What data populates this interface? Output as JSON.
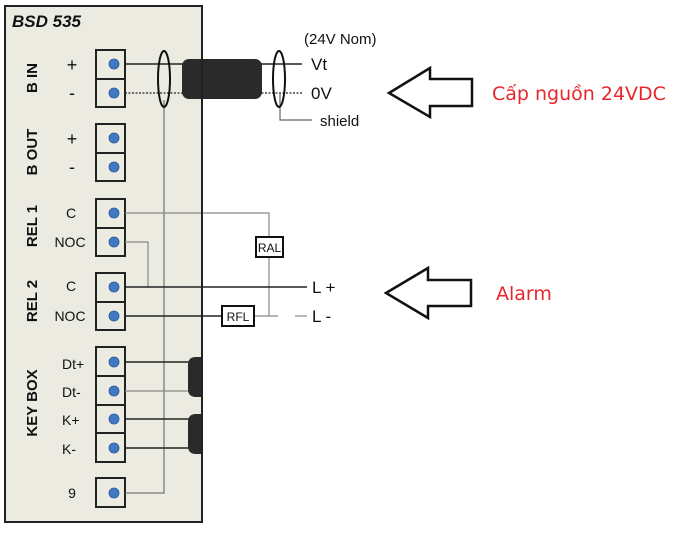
{
  "device": {
    "title": "BSD 535",
    "panel_color": "#ecebe2",
    "terminal_dot_color": "#3f78c3"
  },
  "groups": [
    {
      "name": "B IN",
      "terminals": [
        "+",
        "-"
      ]
    },
    {
      "name": "B OUT",
      "terminals": [
        "+",
        "-"
      ]
    },
    {
      "name": "REL 1",
      "terminals": [
        "C",
        "NOC"
      ]
    },
    {
      "name": "REL 2",
      "terminals": [
        "C",
        "NOC"
      ]
    },
    {
      "name": "KEY BOX",
      "terminals": [
        "Dt+",
        "Dt-",
        "K+",
        "K-"
      ]
    },
    {
      "name": "",
      "terminals": [
        "9"
      ]
    }
  ],
  "power": {
    "nominal": "(24V Nom)",
    "vt": "Vt",
    "zero_v": "0V",
    "shield": "shield"
  },
  "components": {
    "ral": "RAL",
    "rfl": "RFL"
  },
  "outputs": {
    "l_plus": "L +",
    "l_minus": "L -"
  },
  "annotations": {
    "power_note": "Cấp nguồn 24VDC",
    "alarm_note": "Alarm",
    "color": "#e8262b"
  }
}
